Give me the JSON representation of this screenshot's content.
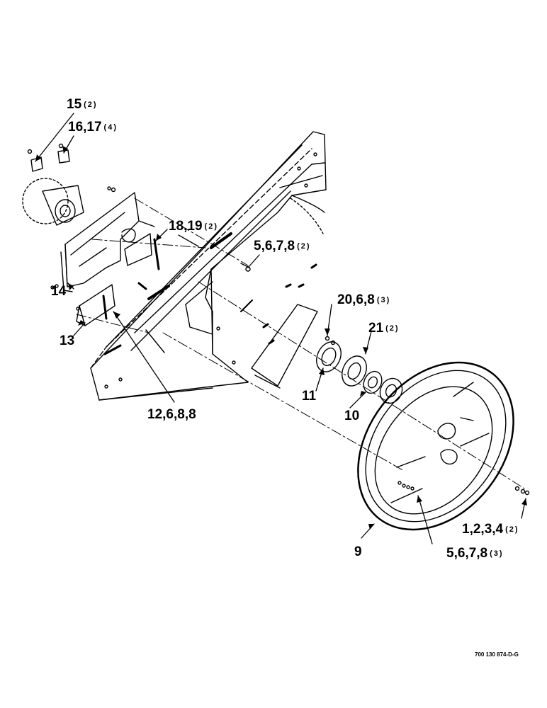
{
  "callouts": [
    {
      "id": "c15",
      "label": "15",
      "qty": "(2)"
    },
    {
      "id": "c16",
      "label": "16,17",
      "qty": "(4)"
    },
    {
      "id": "c18",
      "label": "18,19",
      "qty": "(2)"
    },
    {
      "id": "c5a",
      "label": "5,6,7,8",
      "qty": "(2)"
    },
    {
      "id": "c20",
      "label": "20,6,8",
      "qty": "(3)"
    },
    {
      "id": "c21",
      "label": "21",
      "qty": "(2)"
    },
    {
      "id": "c14",
      "label": "14",
      "qty": ""
    },
    {
      "id": "c13",
      "label": "13",
      "qty": ""
    },
    {
      "id": "c11",
      "label": "11",
      "qty": ""
    },
    {
      "id": "c10",
      "label": "10",
      "qty": ""
    },
    {
      "id": "c12",
      "label": "12,6,8,8",
      "qty": ""
    },
    {
      "id": "c1",
      "label": "1,2,3,4",
      "qty": "(2)"
    },
    {
      "id": "c9",
      "label": "9",
      "qty": ""
    },
    {
      "id": "c5b",
      "label": "5,6,7,8",
      "qty": "(3)"
    }
  ],
  "drawing_code": "700 130 874-D-G",
  "colors": {
    "ink": "#000000",
    "paper": "#ffffff"
  }
}
